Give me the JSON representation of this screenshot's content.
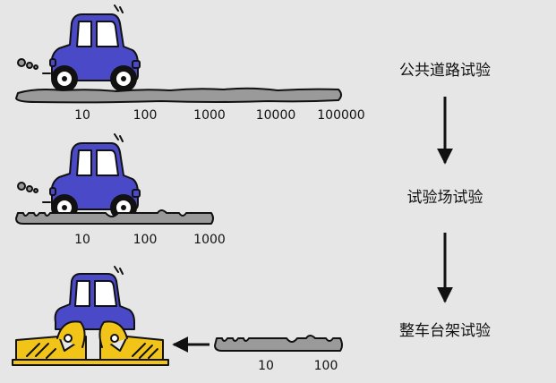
{
  "stages": [
    {
      "label": "公共道路试验",
      "ticks": [
        "10",
        "100",
        "1000",
        "10000",
        "100000"
      ]
    },
    {
      "label": "试验场试验",
      "ticks": [
        "10",
        "100",
        "1000"
      ]
    },
    {
      "label": "整车台架试验",
      "ticks": [
        "10",
        "100"
      ]
    }
  ],
  "colors": {
    "background": "#e6e6e6",
    "car_body": "#4a4ac8",
    "road": "#9a9a9a",
    "rig": "#f2c418",
    "arrow": "#111111"
  },
  "icons": [
    "car-icon",
    "exhaust-smoke-icon",
    "test-rig-icon",
    "arrow-down-icon",
    "arrow-left-icon"
  ]
}
